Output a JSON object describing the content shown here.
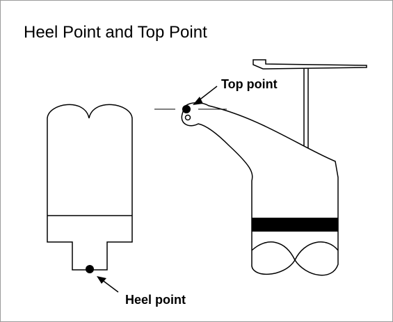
{
  "title": "Heel Point and Top Point",
  "labels": {
    "top_point": "Top point",
    "heel_point": "Heel point"
  },
  "colors": {
    "line": "#000000",
    "background": "#ffffff",
    "frame": "#9a9a9a"
  }
}
